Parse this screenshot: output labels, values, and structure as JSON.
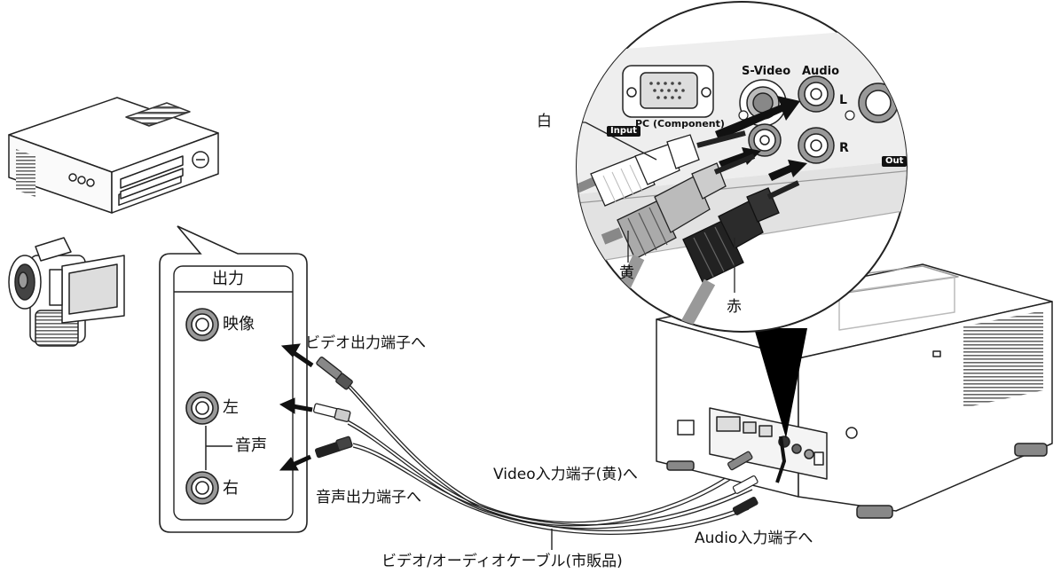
{
  "output_panel": {
    "title": "出力",
    "video": "映像",
    "left": "左",
    "right": "右",
    "audio": "音声"
  },
  "annotations": {
    "video_out": "ビデオ出力端子へ",
    "audio_out": "音声出力端子へ",
    "video_in": "Video入力端子(黄)へ",
    "audio_in": "Audio入力端子へ",
    "cable": "ビデオ/オーディオケーブル(市販品)"
  },
  "plug_colors": {
    "white": "白",
    "yellow": "黄",
    "red": "赤"
  },
  "projector_panel": {
    "pc": "PC (Component)",
    "svideo": "S-Video",
    "audio": "Audio",
    "input": "Input",
    "l": "L",
    "r": "R",
    "out": "Out"
  }
}
